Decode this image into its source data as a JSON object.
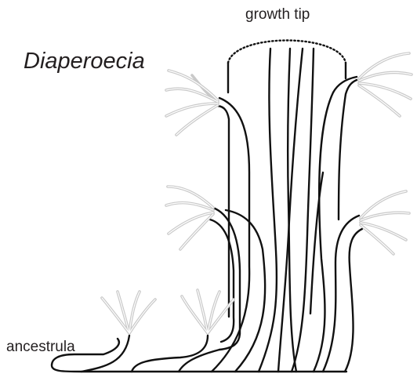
{
  "figure": {
    "title": "Diaperoecia",
    "growth_tip_label": "growth tip",
    "ancestrula_label": "ancestrula",
    "line_color": "#111111",
    "lophophore_color": "#c9c9c9"
  }
}
